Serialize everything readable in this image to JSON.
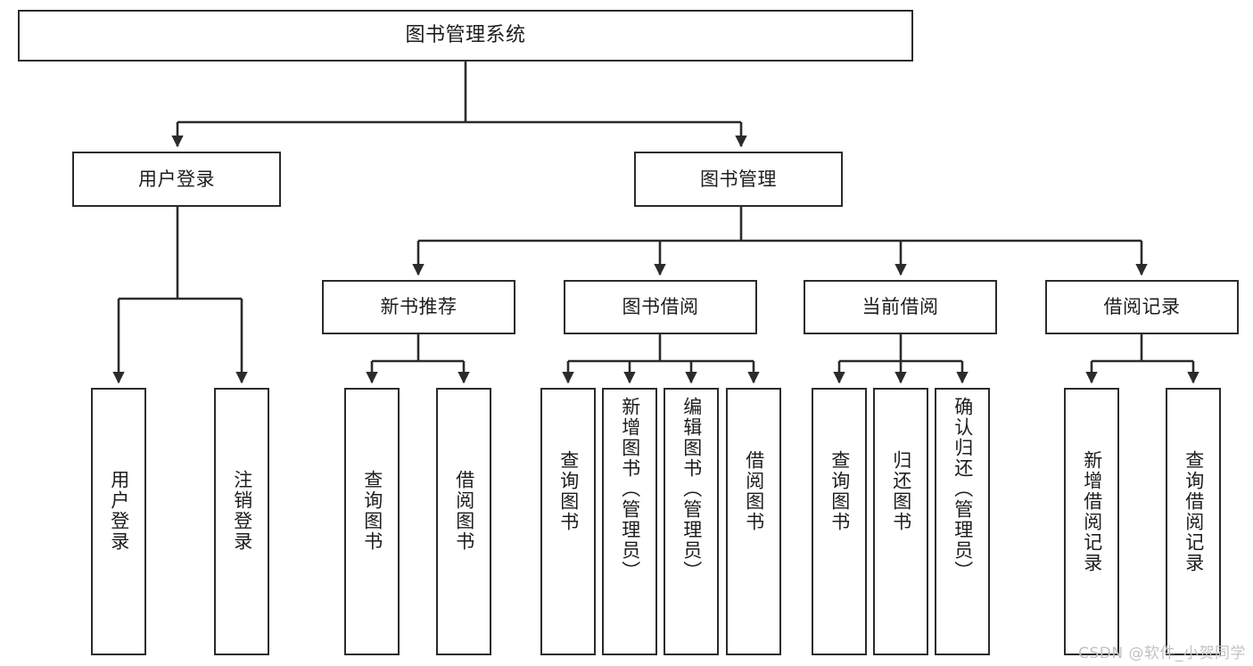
{
  "diagram": {
    "title": "图书管理系统",
    "watermark": "CSDN @软件_小贺同学",
    "colors": {
      "background": "#ffffff",
      "node_border": "#2b2b2b",
      "node_fill": "#ffffff",
      "connector": "#2b2b2b",
      "text": "#1d1d1d",
      "watermark": "#c2c2c2"
    },
    "root": {
      "label": "图书管理系统"
    },
    "level1": [
      {
        "label": "用户登录"
      },
      {
        "label": "图书管理"
      }
    ],
    "level2": [
      {
        "label": "新书推荐"
      },
      {
        "label": "图书借阅"
      },
      {
        "label": "当前借阅"
      },
      {
        "label": "借阅记录"
      }
    ],
    "leaves": {
      "user_login": [
        {
          "label": "用户登录"
        },
        {
          "label": "注销登录"
        }
      ],
      "new_book_recommend": [
        {
          "label": "查询图书"
        },
        {
          "label": "借阅图书"
        }
      ],
      "book_borrow": [
        {
          "label": "查询图书"
        },
        {
          "label": "新增图书（管理员）"
        },
        {
          "label": "编辑图书（管理员）"
        },
        {
          "label": "借阅图书"
        }
      ],
      "current_borrow": [
        {
          "label": "查询图书"
        },
        {
          "label": "归还图书"
        },
        {
          "label": "确认归还（管理员）"
        }
      ],
      "borrow_record": [
        {
          "label": "新增借阅记录"
        },
        {
          "label": "查询借阅记录"
        }
      ]
    }
  }
}
